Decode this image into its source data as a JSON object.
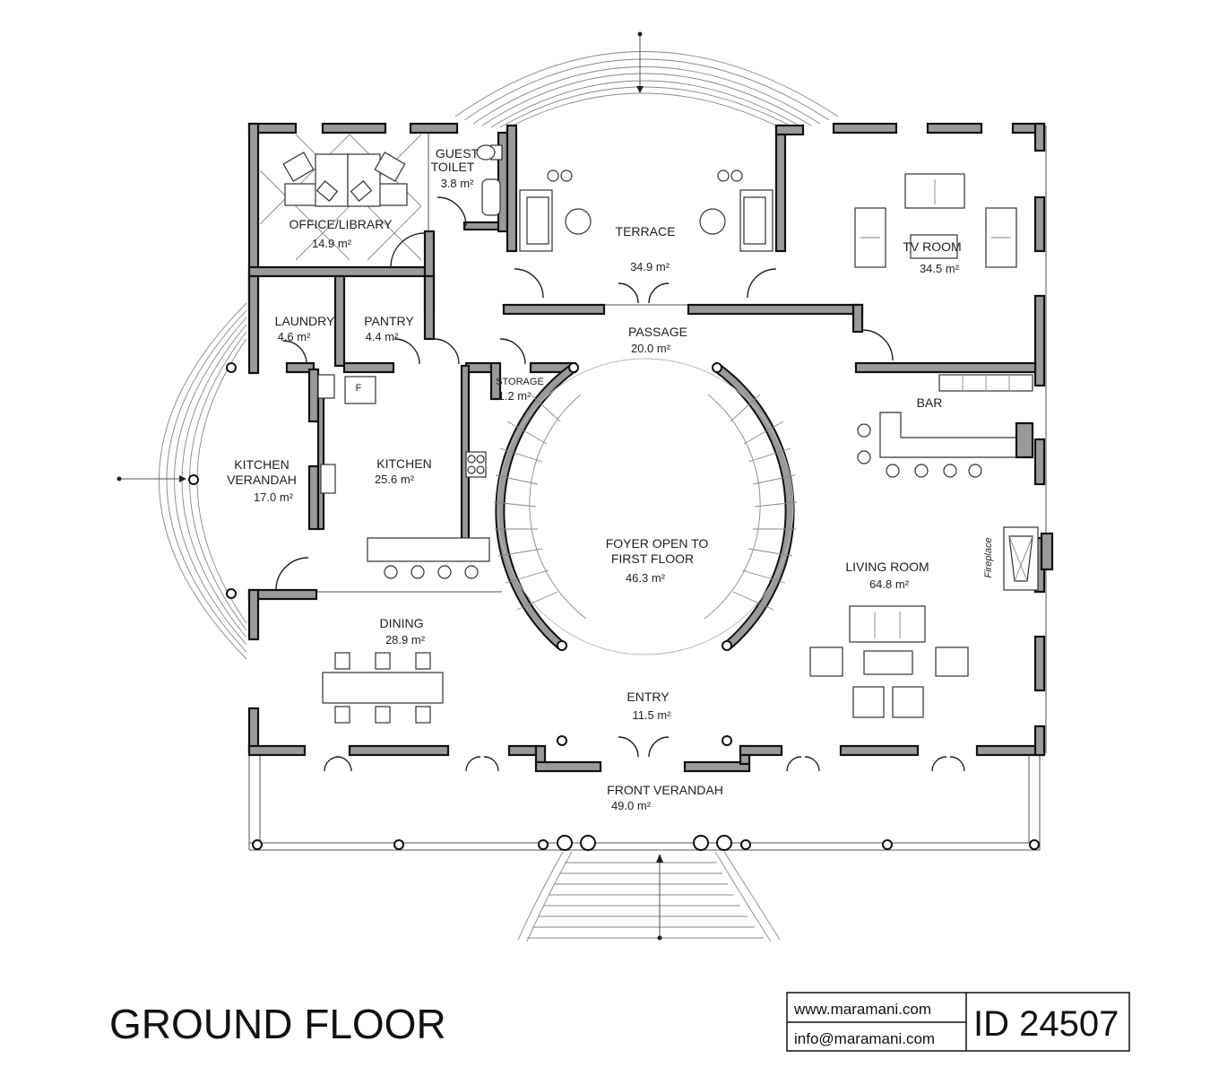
{
  "drawing": {
    "title": "GROUND FLOOR",
    "website": "www.maramani.com",
    "email": "info@maramani.com",
    "plan_id": "ID 24507"
  },
  "rooms": {
    "office": {
      "name": "OFFICE/LIBRARY",
      "area": "14.9 m²"
    },
    "guest_toilet": {
      "name1": "GUEST",
      "name2": "TOILET",
      "area": "3.8 m²"
    },
    "terrace": {
      "name": "TERRACE",
      "area": "34.9 m²"
    },
    "tv_room": {
      "name": "TV ROOM",
      "area": "34.5 m²"
    },
    "laundry": {
      "name": "LAUNDRY",
      "area": "4.6 m²"
    },
    "pantry": {
      "name": "PANTRY",
      "area": "4.4 m²"
    },
    "passage": {
      "name": "PASSAGE",
      "area": "20.0 m²"
    },
    "storage": {
      "name": "STORAGE",
      "area": "1.2 m²"
    },
    "bar": {
      "name": "BAR"
    },
    "kitchen_verandah": {
      "name1": "KITCHEN",
      "name2": "VERANDAH",
      "area": "17.0 m²"
    },
    "kitchen": {
      "name": "KITCHEN",
      "area": "25.6 m²"
    },
    "foyer": {
      "name1": "FOYER OPEN TO",
      "name2": "FIRST FLOOR",
      "area": "46.3 m²"
    },
    "living": {
      "name": "LIVING ROOM",
      "area": "64.8 m²",
      "fireplace": "Fireplace"
    },
    "dining": {
      "name": "DINING",
      "area": "28.9 m²"
    },
    "entry": {
      "name": "ENTRY",
      "area": "11.5 m²"
    },
    "front_verandah": {
      "name": "FRONT VERANDAH",
      "area": "49.0 m²"
    }
  },
  "fridge_mark": "F"
}
